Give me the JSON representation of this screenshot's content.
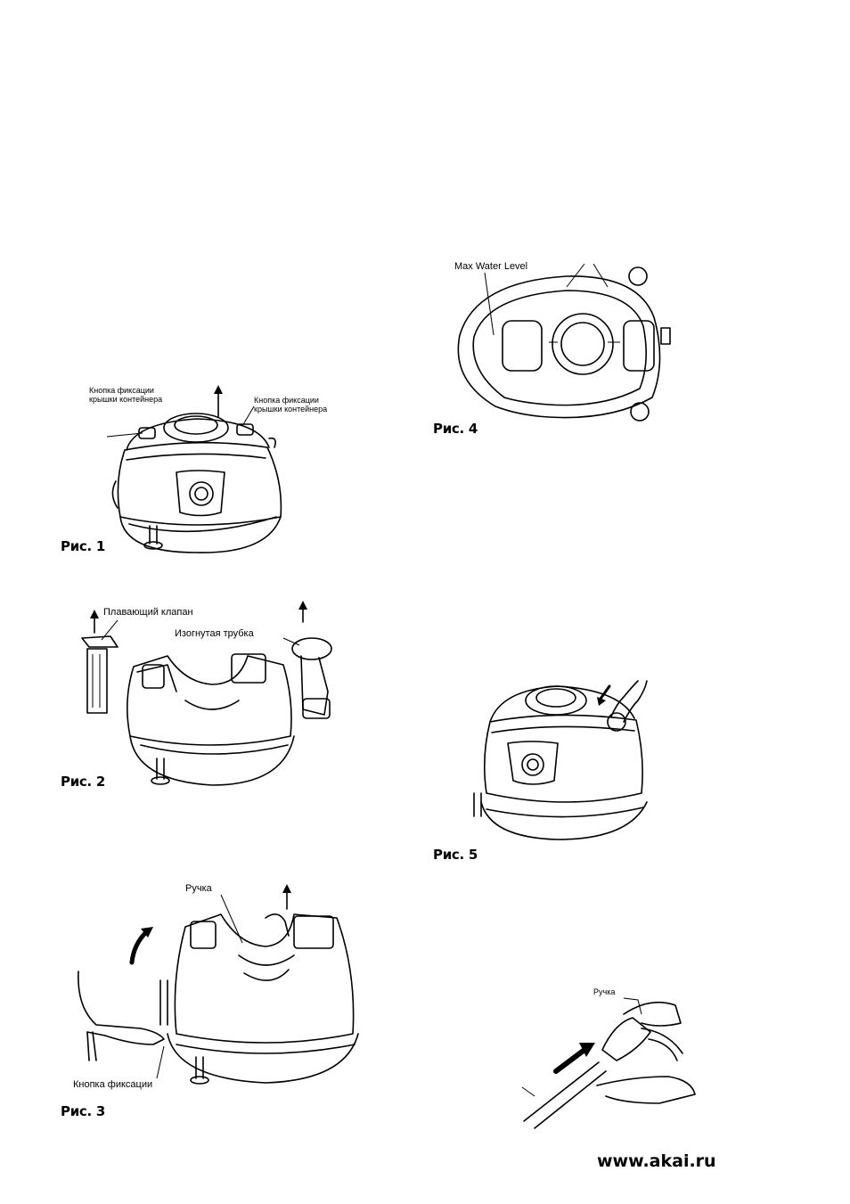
{
  "figures": {
    "fig1": {
      "caption": "Рис. 1",
      "label_left": "Кнопка фиксации\nкрышки контейнера",
      "label_right": "Кнопка фиксации\nкрышки контейнера"
    },
    "fig2": {
      "caption": "Рис. 2",
      "label_valve": "Плавающий клапан",
      "label_tube": "Изогнутая трубка"
    },
    "fig3": {
      "caption": "Рис. 3",
      "label_handle": "Ручка",
      "label_lock": "Кнопка фиксации"
    },
    "fig4": {
      "caption": "Рис. 4",
      "label_level": "Max Water Level"
    },
    "fig5": {
      "caption": "Рис. 5"
    },
    "fig6": {
      "label_handle": "Ручка"
    }
  },
  "footer": {
    "url": "www.akai.ru"
  }
}
